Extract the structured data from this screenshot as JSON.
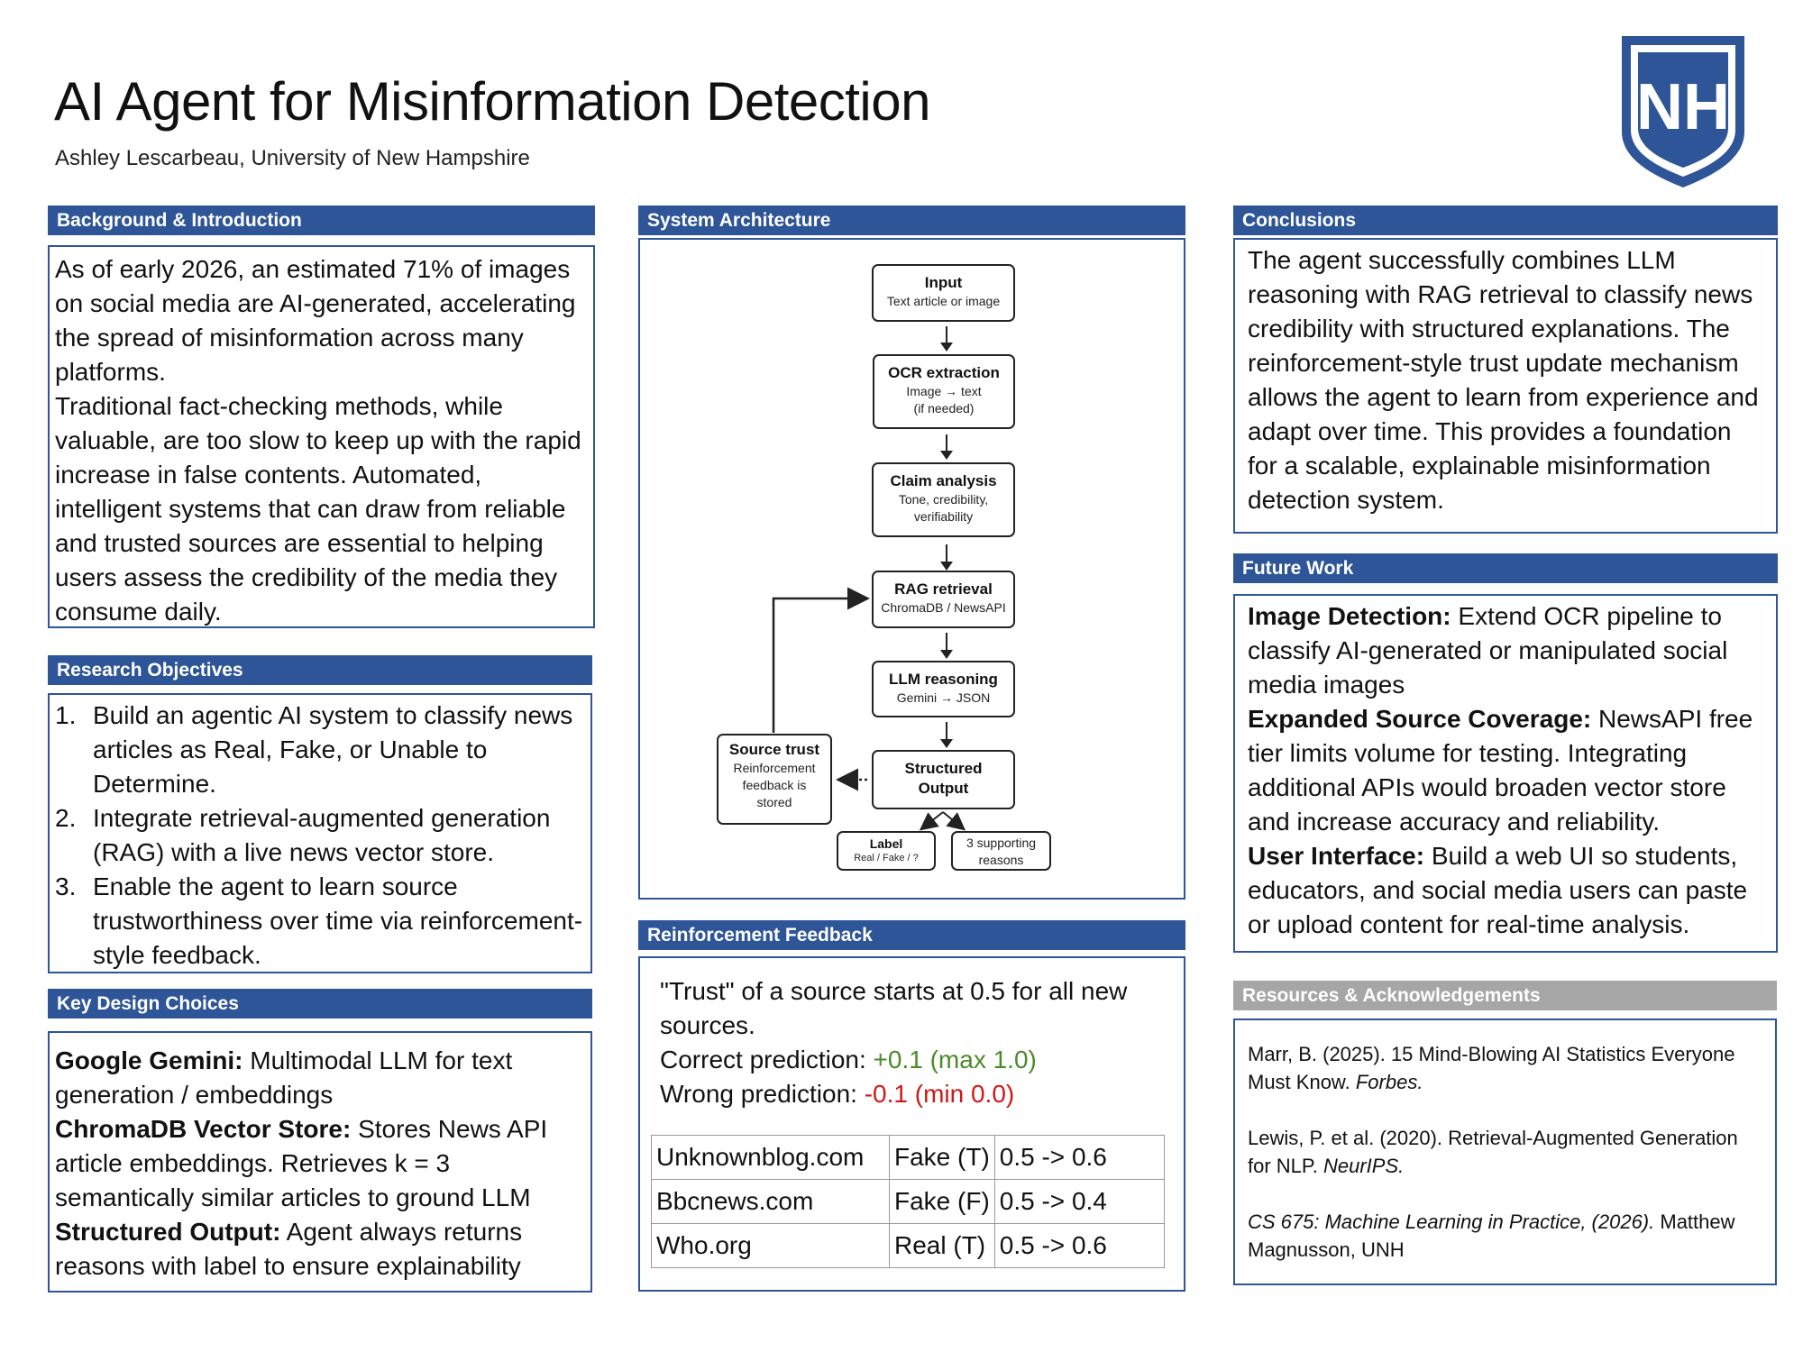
{
  "header": {
    "title": "AI Agent for Misinformation Detection",
    "author": "Ashley Lescarbeau, University of New Hampshire",
    "logo_text": "NH",
    "logo_color": "#2e5597"
  },
  "background": {
    "heading": "Background & Introduction",
    "p1": "As of early 2026, an estimated 71% of images on social media are AI-generated, accelerating the spread of misinformation across many platforms.",
    "p2": "Traditional fact-checking methods, while valuable, are too slow to keep up with the rapid increase in false contents. Automated, intelligent systems that can draw from reliable and trusted sources are essential to helping users assess the credibility of the media they consume daily."
  },
  "objectives": {
    "heading": "Research Objectives",
    "items": [
      {
        "num": "1.",
        "text": "Build an agentic AI system to classify news articles as Real, Fake, or Unable to Determine."
      },
      {
        "num": "2.",
        "text": "Integrate retrieval-augmented generation (RAG) with a live news vector store."
      },
      {
        "num": "3.",
        "text": "Enable the agent to learn source trustworthiness over time via reinforcement-style feedback."
      }
    ]
  },
  "key_design": {
    "heading": "Key Design Choices",
    "items": [
      {
        "label": "Google Gemini:",
        "text": " Multimodal LLM for text generation / embeddings"
      },
      {
        "label": "ChromaDB Vector Store:",
        "text": " Stores News API article embeddings. Retrieves k = 3 semantically similar articles to ground LLM"
      },
      {
        "label": "Structured Output:",
        "text": " Agent always returns reasons with label to ensure explainability"
      }
    ]
  },
  "architecture": {
    "heading": "System Architecture",
    "input": {
      "title": "Input",
      "sub": "Text article or image"
    },
    "ocr": {
      "title": "OCR extraction",
      "sub1": "Image → text",
      "sub2": "(if needed)"
    },
    "claim": {
      "title": "Claim analysis",
      "sub1": "Tone, credibility,",
      "sub2": "verifiability"
    },
    "rag": {
      "title": "RAG retrieval",
      "sub": "ChromaDB / NewsAPI"
    },
    "llm": {
      "title": "LLM reasoning",
      "sub": "Gemini → JSON"
    },
    "structured": {
      "title1": "Structured",
      "title2": "Output"
    },
    "source_trust": {
      "title": "Source trust",
      "sub1": "Reinforcement",
      "sub2": "feedback is",
      "sub3": "stored"
    },
    "label": {
      "title": "Label",
      "sub": "Real / Fake / ?"
    },
    "reasons": {
      "line1": "3 supporting",
      "line2": "reasons"
    }
  },
  "reinforcement": {
    "heading": "Reinforcement Feedback",
    "line1": "\"Trust\" of a source starts at 0.5 for all new sources.",
    "correct_label": "Correct prediction: ",
    "correct_value": "+0.1 (max 1.0)",
    "wrong_label": "Wrong prediction: ",
    "wrong_value": "-0.1 (min 0.0)",
    "table": [
      [
        "Unknownblog.com",
        "Fake (T)",
        " 0.5 -> 0.6"
      ],
      [
        "Bbcnews.com",
        "Fake (F)",
        "0.5 -> 0.4"
      ],
      [
        "Who.org",
        "Real (T)",
        "0.5 -> 0.6"
      ]
    ]
  },
  "conclusions": {
    "heading": "Conclusions",
    "text": "The agent successfully combines LLM reasoning with RAG retrieval to classify news credibility with structured explanations. The reinforcement-style trust update mechanism allows the agent to learn from experience and adapt over time. This provides a foundation for a scalable, explainable misinformation detection system."
  },
  "future_work": {
    "heading": "Future Work",
    "items": [
      {
        "label": "Image Detection:",
        "text": " Extend OCR pipeline to classify AI-generated or manipulated social media images"
      },
      {
        "label": "Expanded Source Coverage:",
        "text": " NewsAPI free tier limits volume for testing. Integrating additional APIs would broaden vector store and increase accuracy and reliability."
      },
      {
        "label": "User Interface:",
        "text": " Build a web UI so students, educators, and social media users can paste or upload content for real-time analysis."
      }
    ]
  },
  "resources": {
    "heading": "Resources & Acknowledgements",
    "ref1_text": "Marr, B. (2025). 15 Mind-Blowing AI Statistics Everyone Must Know. ",
    "ref1_italic": "Forbes.",
    "ref2_text": "Lewis, P. et al. (2020). Retrieval-Augmented Generation for NLP. ",
    "ref2_italic": "NeurIPS.",
    "ref3_italic": "CS 675: Machine Learning in Practice, (2026).",
    "ref3_text": " Matthew Magnusson, UNH"
  }
}
